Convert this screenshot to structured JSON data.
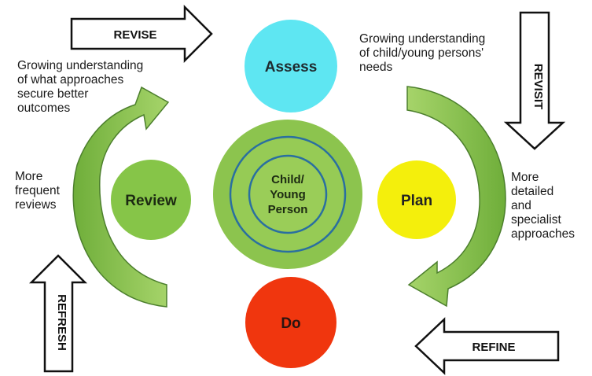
{
  "stages": {
    "assess": "Assess",
    "plan": "Plan",
    "do": "Do",
    "review": "Review",
    "center_line1": "Child/",
    "center_line2": "Young",
    "center_line3": "Person"
  },
  "arrows": {
    "revise": "REVISE",
    "revisit": "REVISIT",
    "refine": "REFINE",
    "refresh": "REFRESH"
  },
  "notes": {
    "top_right": "Growing understanding\nof child/young persons'\nneeds",
    "top_left": "Growing understanding\nof what approaches\nsecure better\noutcomes",
    "left": "More\nfrequent\nreviews",
    "right": "More\ndetailed\nand\nspecialist\napproaches"
  },
  "colors": {
    "assess": "#5ee6f2",
    "plan": "#f4ef0c",
    "do": "#f0360e",
    "review": "#86c548",
    "center_outer": "#8cc44e",
    "center_inner": "#9acd58",
    "ring": "#2a6fa0",
    "curve_arrow": "#8fc54b"
  }
}
